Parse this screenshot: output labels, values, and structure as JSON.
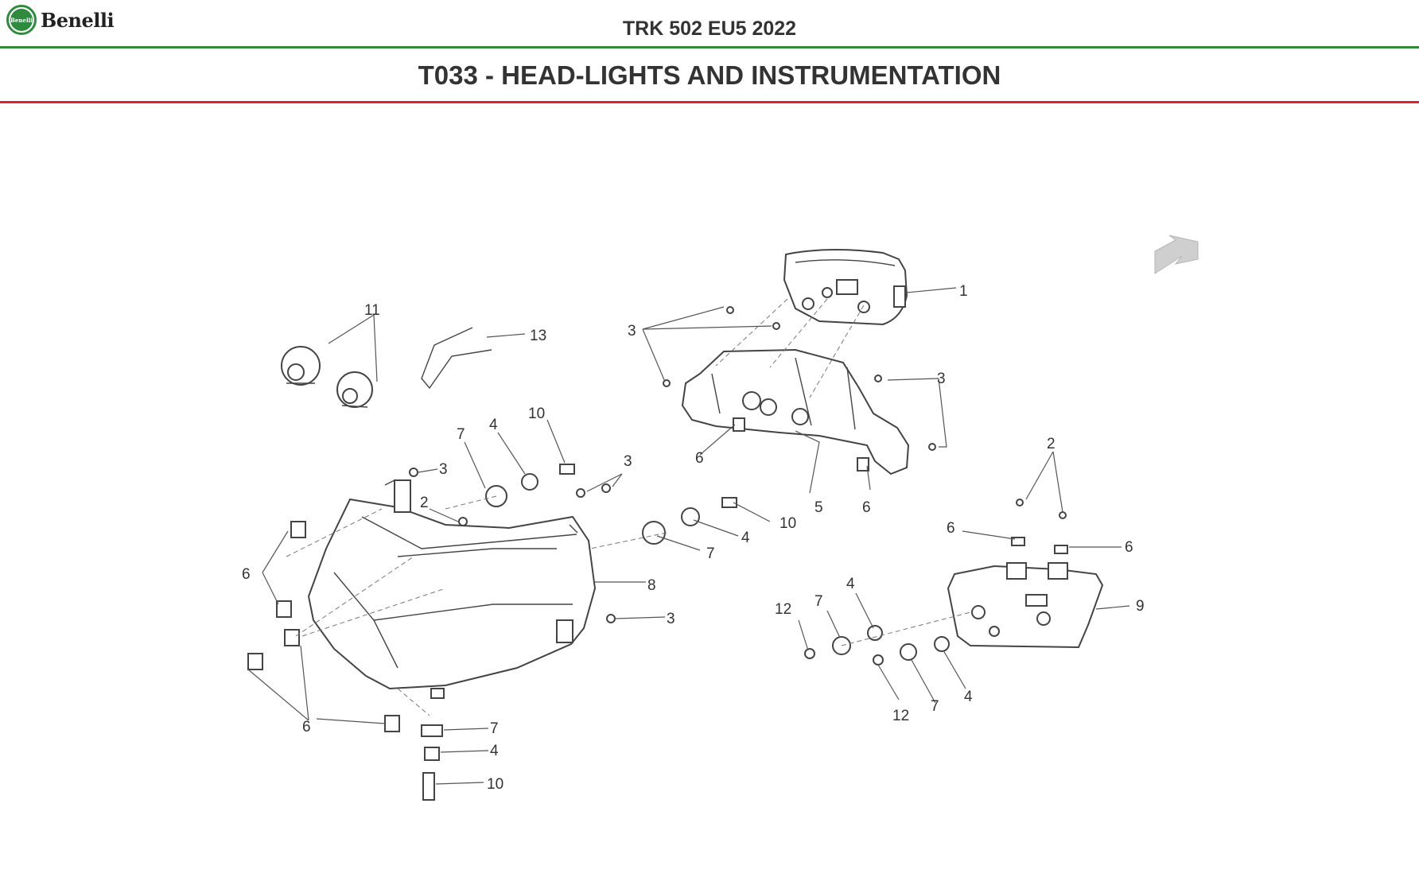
{
  "header": {
    "brand": "Benelli",
    "brand_badge": "Benelli",
    "model": "TRK 502 EU5 2022",
    "section": "T033 - HEAD-LIGHTS AND INSTRUMENTATION"
  },
  "colors": {
    "green_rule": "#2e8b3e",
    "red_rule": "#d9262e",
    "text": "#333333"
  },
  "diagram": {
    "callouts": [
      "1",
      "3",
      "3",
      "11",
      "13",
      "10",
      "4",
      "7",
      "3",
      "3",
      "2",
      "6",
      "6",
      "10",
      "4",
      "7",
      "5",
      "6",
      "2",
      "6",
      "6",
      "8",
      "3",
      "9",
      "12",
      "7",
      "4",
      "12",
      "7",
      "4",
      "6",
      "7",
      "4",
      "10"
    ]
  }
}
